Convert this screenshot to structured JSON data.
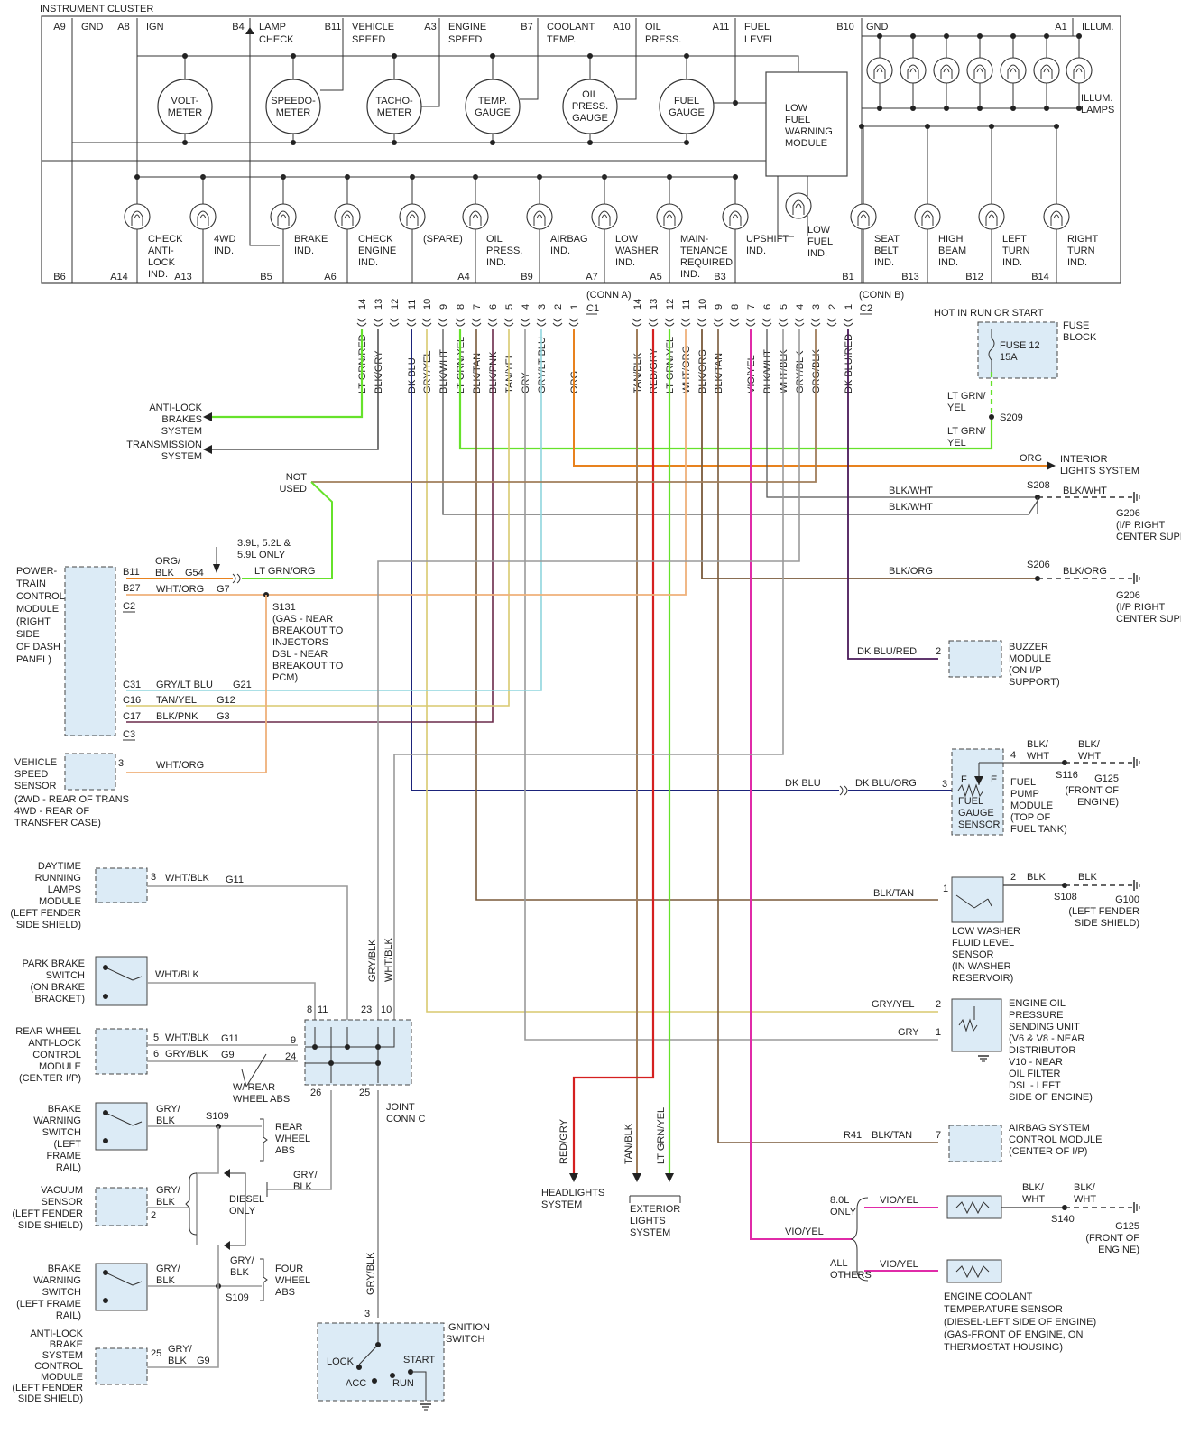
{
  "title": "INSTRUMENT CLUSTER",
  "cluster_pins_top": [
    {
      "pin": "A9",
      "label": [
        "GND"
      ]
    },
    {
      "pin": "A8",
      "label": [
        "IGN"
      ]
    },
    {
      "pin": "B4",
      "label": [
        "LAMP",
        "CHECK"
      ]
    },
    {
      "pin": "B11",
      "label": [
        "VEHICLE",
        "SPEED"
      ]
    },
    {
      "pin": "A3",
      "label": [
        "ENGINE",
        "SPEED"
      ]
    },
    {
      "pin": "B7",
      "label": [
        "COOLANT",
        "TEMP."
      ]
    },
    {
      "pin": "A10",
      "label": [
        "OIL",
        "PRESS."
      ]
    },
    {
      "pin": "A11",
      "label": [
        "FUEL",
        "LEVEL"
      ]
    },
    {
      "pin": "B10",
      "label": [
        "GND"
      ]
    },
    {
      "pin": "A1",
      "label": [
        "ILLUM."
      ]
    }
  ],
  "gauges": [
    [
      "VOLT-",
      "METER"
    ],
    [
      "SPEEDO-",
      "METER"
    ],
    [
      "TACHO-",
      "METER"
    ],
    [
      "TEMP.",
      "GAUGE"
    ],
    [
      "OIL",
      "PRESS.",
      "GAUGE"
    ],
    [
      "FUEL",
      "GAUGE"
    ]
  ],
  "warning_module": [
    "LOW",
    "FUEL",
    "WARNING",
    "MODULE"
  ],
  "illum_lamps": [
    "ILLUM.",
    "LAMPS"
  ],
  "low_fuel_ind": [
    "LOW",
    "FUEL",
    "IND."
  ],
  "indicators": [
    [
      "CHECK",
      "ANTI-",
      "LOCK",
      "IND."
    ],
    [
      "4WD",
      "IND."
    ],
    [
      "BRAKE",
      "IND."
    ],
    [
      "CHECK",
      "ENGINE",
      "IND."
    ],
    [
      "(SPARE)"
    ],
    [
      "OIL",
      "PRESS.",
      "IND."
    ],
    [
      "AIRBAG",
      "IND."
    ],
    [
      "LOW",
      "WASHER",
      "IND."
    ],
    [
      "MAIN-",
      "TENANCE",
      "REQUIRED",
      "IND."
    ],
    [
      "UPSHIFT",
      "IND."
    ],
    [
      "SEAT",
      "BELT",
      "IND."
    ],
    [
      "HIGH",
      "BEAM",
      "IND."
    ],
    [
      "LEFT",
      "TURN",
      "IND."
    ],
    [
      "RIGHT",
      "TURN",
      "IND."
    ]
  ],
  "cluster_pins_bottom": [
    "B6",
    "A14",
    "A13",
    "B5",
    "A6",
    "A4",
    "B9",
    "A7",
    "A5",
    "B3",
    "B1",
    "B13",
    "B12",
    "B14"
  ],
  "conn_a": {
    "name": "(CONN A)",
    "id": "C1"
  },
  "conn_b": {
    "name": "(CONN B)",
    "id": "C2"
  },
  "c1_wires": [
    {
      "pin": "14",
      "color": "LT GRN/RED"
    },
    {
      "pin": "13",
      "color": "BLK/GRY"
    },
    {
      "pin": "12",
      "color": ""
    },
    {
      "pin": "11",
      "color": "DK BLU"
    },
    {
      "pin": "10",
      "color": "GRY/YEL"
    },
    {
      "pin": "9",
      "color": "BLK/WHT"
    },
    {
      "pin": "8",
      "color": "LT GRN/YEL"
    },
    {
      "pin": "7",
      "color": "BLK/TAN"
    },
    {
      "pin": "6",
      "color": "BLK/PNK"
    },
    {
      "pin": "5",
      "color": "TAN/YEL"
    },
    {
      "pin": "4",
      "color": "GRY"
    },
    {
      "pin": "3",
      "color": "GRY/LT BLU"
    },
    {
      "pin": "2",
      "color": ""
    },
    {
      "pin": "1",
      "color": "ORG"
    }
  ],
  "c2_wires": [
    {
      "pin": "14",
      "color": "TAN/BLK"
    },
    {
      "pin": "13",
      "color": "RED/GRY"
    },
    {
      "pin": "12",
      "color": "LT GRN/YEL"
    },
    {
      "pin": "11",
      "color": "WHT/ORG"
    },
    {
      "pin": "10",
      "color": "BLK/ORG"
    },
    {
      "pin": "9",
      "color": "BLK/TAN"
    },
    {
      "pin": "8",
      "color": ""
    },
    {
      "pin": "7",
      "color": "VIO/YEL"
    },
    {
      "pin": "6",
      "color": "BLK/WHT"
    },
    {
      "pin": "5",
      "color": "WHT/BLK"
    },
    {
      "pin": "4",
      "color": "GRY/BLK"
    },
    {
      "pin": "3",
      "color": "ORG/BLK"
    },
    {
      "pin": "2",
      "color": ""
    },
    {
      "pin": "1",
      "color": "DK BLU/RED"
    }
  ],
  "labels": {
    "anti_lock": [
      "ANTI-LOCK",
      "BRAKES",
      "SYSTEM"
    ],
    "transmission": [
      "TRANSMISSION",
      "SYSTEM"
    ],
    "not_used": [
      "NOT",
      "USED"
    ],
    "hot_in_run": "HOT IN RUN OR START",
    "fuse_block": [
      "FUSE",
      "BLOCK"
    ],
    "fuse12": [
      "FUSE 12",
      "15A"
    ],
    "ltgrnyel": [
      "LT GRN/",
      "YEL"
    ],
    "s209": "S209",
    "org": "ORG",
    "interior": [
      "INTERIOR",
      "LIGHTS SYSTEM"
    ],
    "s208": "S208",
    "blkwht": "BLK/WHT",
    "g206": [
      "G206",
      "(I/P RIGHT",
      "CENTER SUPPORT)"
    ],
    "s206": "S206",
    "blkorg": "BLK/ORG",
    "dkblured": "DK BLU/RED",
    "buzzer": [
      "BUZZER",
      "MODULE",
      "(ON I/P",
      "SUPPORT)"
    ],
    "pcm": [
      "POWER-",
      "TRAIN",
      "CONTROL",
      "MODULE",
      "(RIGHT",
      "SIDE",
      "OF DASH",
      "PANEL)"
    ],
    "engine_only": [
      "3.9L, 5.2L &",
      "5.9L ONLY"
    ],
    "orgblk": [
      "ORG/",
      "BLK"
    ],
    "g54": "G54",
    "ltgrnorg": "LT GRN/ORG",
    "whtorg": "WHT/ORG",
    "g7": "G7",
    "s131": [
      "S131",
      "(GAS - NEAR",
      "BREAKOUT TO",
      "INJECTORS",
      "DSL - NEAR",
      "BREAKOUT TO",
      "PCM)"
    ],
    "pcm_pins": [
      "B11",
      "B27",
      "C2",
      "C31",
      "C16",
      "C17",
      "C3"
    ],
    "grylt": "GRY/LT BLU",
    "g21": "G21",
    "tanyel": "TAN/YEL",
    "g12": "G12",
    "blkpnk": "BLK/PNK",
    "g3": "G3",
    "vss": [
      "VEHICLE",
      "SPEED",
      "SENSOR",
      "(2WD - REAR OF TRANS",
      "4WD - REAR OF",
      "TRANSFER CASE)"
    ],
    "blk_wht2": [
      "BLK/",
      "WHT"
    ],
    "s116": "S116",
    "g125": [
      "G125",
      "(FRONT OF",
      "ENGINE)"
    ],
    "fuelpump": [
      "FUEL",
      "PUMP",
      "MODULE",
      "(TOP OF",
      "FUEL TANK)"
    ],
    "fuelgauge": [
      "FUEL",
      "GAUGE",
      "SENSOR"
    ],
    "dkblu": "DK BLU",
    "dkbluorg": "DK BLU/ORG",
    "drl": [
      "DAYTIME",
      "RUNNING",
      "LAMPS",
      "MODULE",
      "(LEFT FENDER",
      "SIDE SHIELD)"
    ],
    "whtblk": "WHT/BLK",
    "g11": "G11",
    "blktan": "BLK/TAN",
    "blk": "BLK",
    "s108": "S108",
    "g100": [
      "G100",
      "(LEFT FENDER",
      "SIDE SHIELD)"
    ],
    "washer": [
      "LOW WASHER",
      "FLUID LEVEL",
      "SENSOR",
      "(IN WASHER",
      "RESERVOIR)"
    ],
    "parkbrake": [
      "PARK BRAKE",
      "SWITCH",
      "(ON BRAKE",
      "BRACKET)"
    ],
    "gryblk": "GRY/BLK",
    "gryyel": "GRY/YEL",
    "gry": "GRY",
    "oilsender": [
      "ENGINE OIL",
      "PRESSURE",
      "SENDING UNIT",
      "(V6 & V8 - NEAR",
      "DISTRIBUTOR",
      "V10 - NEAR",
      "OIL FILTER",
      "DSL - LEFT",
      "SIDE OF ENGINE)"
    ],
    "rwal": [
      "REAR WHEEL",
      "ANTI-LOCK",
      "CONTROL",
      "MODULE",
      "(CENTER I/P)"
    ],
    "g9": "G9",
    "w_rear_abs": [
      "W/ REAR",
      "WHEEL ABS"
    ],
    "joint": [
      "JOINT",
      "CONN C"
    ],
    "brakewarn1": [
      "BRAKE",
      "WARNING",
      "SWITCH",
      "(LEFT",
      "FRAME",
      "RAIL)"
    ],
    "gryblk2": [
      "GRY/",
      "BLK"
    ],
    "s109": "S109",
    "rear_abs": [
      "REAR",
      "WHEEL",
      "ABS"
    ],
    "diesel_only": [
      "DIESEL",
      "ONLY"
    ],
    "vacuum": [
      "VACUUM",
      "SENSOR",
      "(LEFT FENDER",
      "SIDE SHIELD)"
    ],
    "four_abs": [
      "FOUR",
      "WHEEL",
      "ABS"
    ],
    "brakewarn2": [
      "BRAKE",
      "WARNING",
      "SWITCH",
      "(LEFT FRAME",
      "RAIL)"
    ],
    "abs_module": [
      "ANTI-LOCK",
      "BRAKE",
      "SYSTEM",
      "CONTROL",
      "MODULE",
      "(LEFT FENDER",
      "SIDE SHIELD)"
    ],
    "headlights": [
      "HEADLIGHTS",
      "SYSTEM"
    ],
    "exterior": [
      "EXTERIOR",
      "LIGHTS",
      "SYSTEM"
    ],
    "redgry": "RED/GRY",
    "tanblk": "TAN/BLK",
    "r41": "R41",
    "airbag": [
      "AIRBAG SYSTEM",
      "CONTROL MODULE",
      "(CENTER OF I/P)"
    ],
    "only80": [
      "8.0L",
      "ONLY"
    ],
    "vioyel": "VIO/YEL",
    "all_others": [
      "ALL",
      "OTHERS"
    ],
    "s140": "S140",
    "coolant": [
      "ENGINE COOLANT",
      "TEMPERATURE SENSOR",
      "(DIESEL-LEFT SIDE OF ENGINE)",
      "(GAS-FRONT OF ENGINE, ON",
      "THERMOSTAT HOUSING)"
    ],
    "ignition": [
      "IGNITION",
      "SWITCH"
    ],
    "lock": "LOCK",
    "start": "START",
    "acc": "ACC",
    "run": "RUN",
    "joint_pins": [
      "8",
      "11",
      "23",
      "10",
      "9",
      "24",
      "26",
      "25"
    ],
    "pins_misc": [
      "1",
      "2",
      "3",
      "4",
      "5",
      "6",
      "7",
      "25"
    ]
  },
  "colors": {
    "ltgrn": "#66e22b",
    "orange": "#e8821e",
    "tan": "#a07e5b",
    "blue": "#1b237a",
    "yellow": "#d9c96f",
    "gray": "#9a9a9a",
    "lightblue": "#8fd5dd",
    "red": "#d52020",
    "violet": "#e02ba8",
    "brown": "#7a5a3a",
    "darkviolet": "#4a1a5a",
    "darkgray": "#555555",
    "peach": "#efb07a",
    "pink_dark": "#6a2a4a"
  }
}
